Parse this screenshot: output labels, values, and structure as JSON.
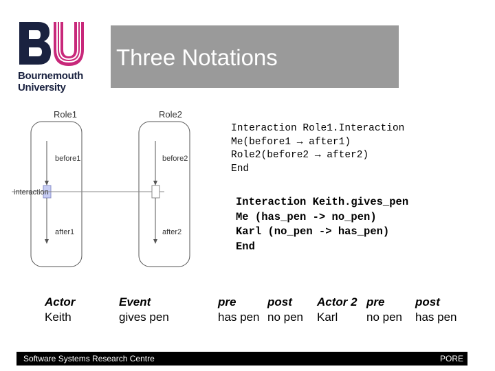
{
  "logo": {
    "mark": "BU",
    "name_line1": "Bournemouth",
    "name_line2": "University"
  },
  "title": "Three Notations",
  "diagram": {
    "role1": "Role1",
    "role2": "Role2",
    "before1": "before1",
    "before2": "before2",
    "interaction": "interaction",
    "after1": "after1",
    "after2": "after2"
  },
  "code1": [
    "Interaction Role1.Interaction",
    "Me(before1 → after1)",
    "Role2(before2 → after2)",
    "End"
  ],
  "code2": [
    "Interaction Keith.gives_pen",
    "Me (has_pen -> no_pen)",
    "Karl (no_pen -> has_pen)",
    "End"
  ],
  "table": {
    "actor_header": "Actor",
    "actor_value": "Keith",
    "event_header": "Event",
    "event_value": "gives pen",
    "pre1_header": "pre",
    "pre1_value": "has pen",
    "post1_header": "post",
    "post1_value": "no pen",
    "actor2_header": "Actor 2",
    "actor2_value": "Karl",
    "pre2_header": "pre",
    "pre2_value": "no pen",
    "post2_header": "post",
    "post2_value": "has pen"
  },
  "footer": {
    "left": "Software Systems Research Centre",
    "right": "PORE"
  },
  "colors": {
    "logo_navy": "#1a2240",
    "logo_pink": "#c8287a",
    "title_bg": "#9a9a9a",
    "footer_bg": "#000000"
  }
}
